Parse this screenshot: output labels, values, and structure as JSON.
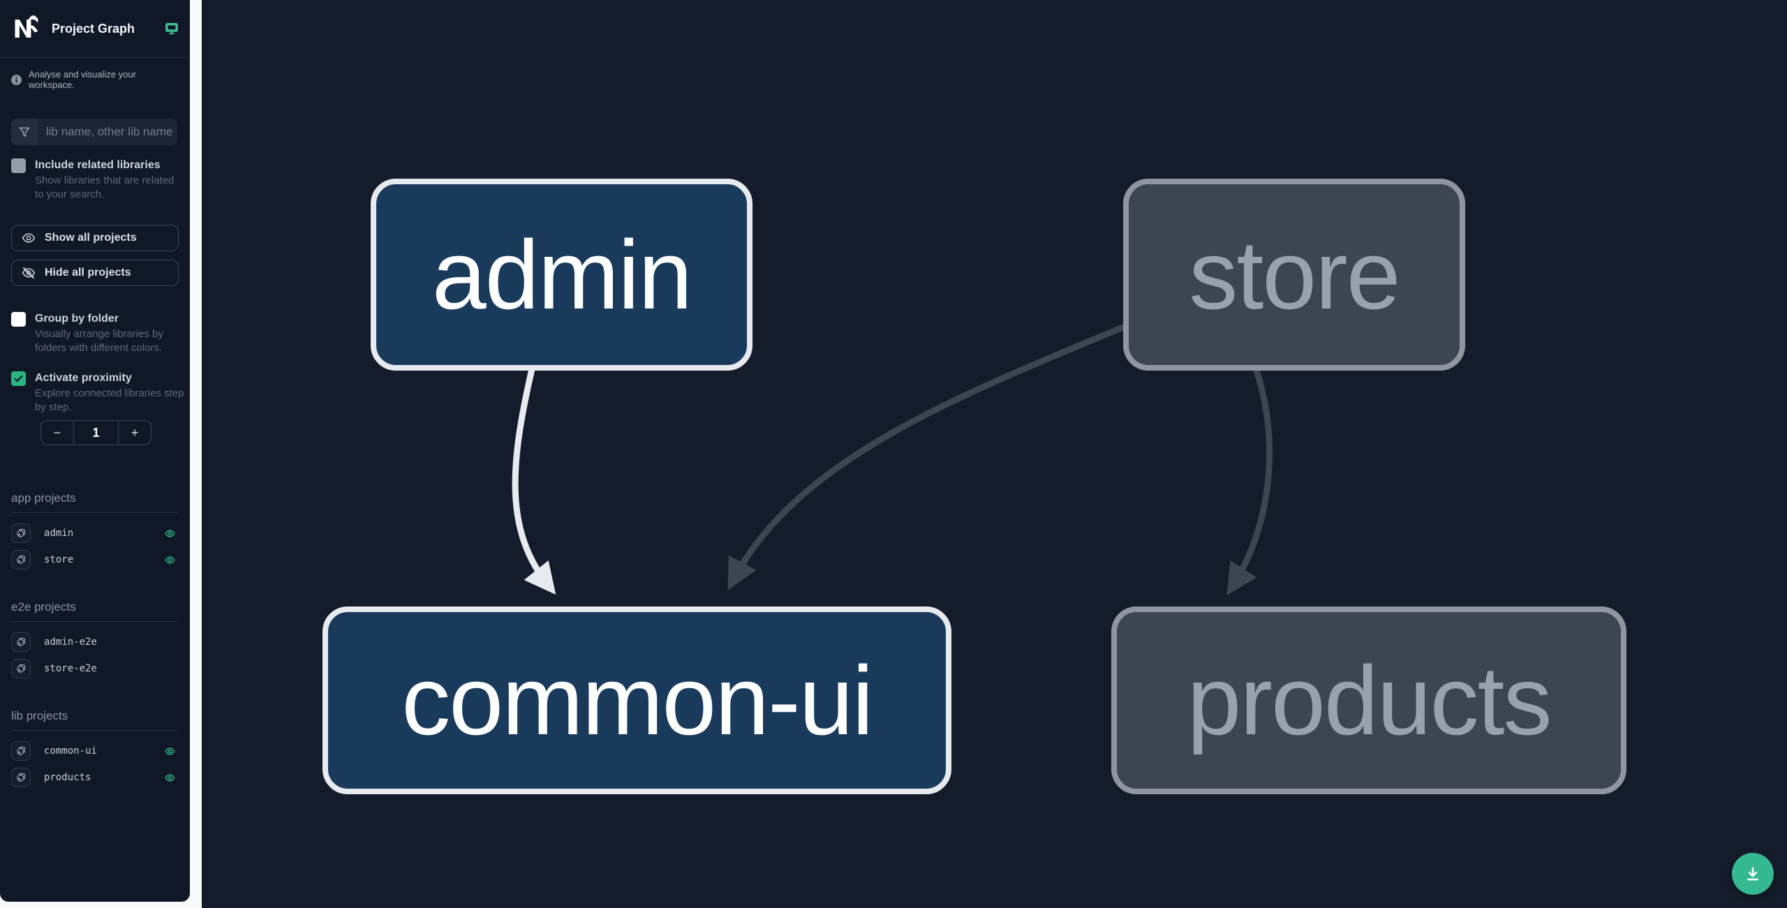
{
  "header": {
    "title": "Project Graph"
  },
  "sidebar": {
    "tagline": "Analyse and visualize your workspace.",
    "search": {
      "placeholder": "lib name, other lib name"
    },
    "include_related": {
      "label": "Include related libraries",
      "description": "Show libraries that are related to your search.",
      "checked": false
    },
    "show_all_label": "Show all projects",
    "hide_all_label": "Hide all projects",
    "group_by_folder": {
      "label": "Group by folder",
      "description": "Visually arrange libraries by folders with different colors.",
      "checked": false
    },
    "activate_proximity": {
      "label": "Activate proximity",
      "description": "Explore connected libraries step by step.",
      "checked": true
    },
    "proximity_stepper": {
      "decrement_label": "−",
      "value": "1",
      "increment_label": "+"
    },
    "sections": [
      {
        "title": "app projects",
        "items": [
          {
            "name": "admin",
            "eye_visible": true
          },
          {
            "name": "store",
            "eye_visible": true
          }
        ]
      },
      {
        "title": "e2e projects",
        "items": [
          {
            "name": "admin-e2e",
            "eye_visible": false
          },
          {
            "name": "store-e2e",
            "eye_visible": false
          }
        ]
      },
      {
        "title": "lib projects",
        "items": [
          {
            "name": "common-ui",
            "eye_visible": true
          },
          {
            "name": "products",
            "eye_visible": true
          }
        ]
      }
    ]
  },
  "graph": {
    "nodes": [
      {
        "id": "admin",
        "label": "admin",
        "style": "highlighted"
      },
      {
        "id": "store",
        "label": "store",
        "style": "dimmed"
      },
      {
        "id": "common-ui",
        "label": "common-ui",
        "style": "highlighted"
      },
      {
        "id": "products",
        "label": "products",
        "style": "dimmed"
      }
    ],
    "edges": [
      {
        "source": "admin",
        "target": "common-ui",
        "style": "highlighted"
      },
      {
        "source": "store",
        "target": "common-ui",
        "style": "dimmed"
      },
      {
        "source": "store",
        "target": "products",
        "style": "dimmed"
      }
    ]
  },
  "fab": {
    "icon": "download"
  },
  "colors": {
    "accent_green": "#34d399",
    "fab_green": "#35b990",
    "highlight_node_fill": "#1a3a5c",
    "highlight_node_border": "#e7eaee",
    "dim_node_fill": "#3d4552",
    "dim_node_border": "#8f96a1",
    "highlight_edge": "#e7eaee",
    "dim_edge": "#3d4552"
  }
}
